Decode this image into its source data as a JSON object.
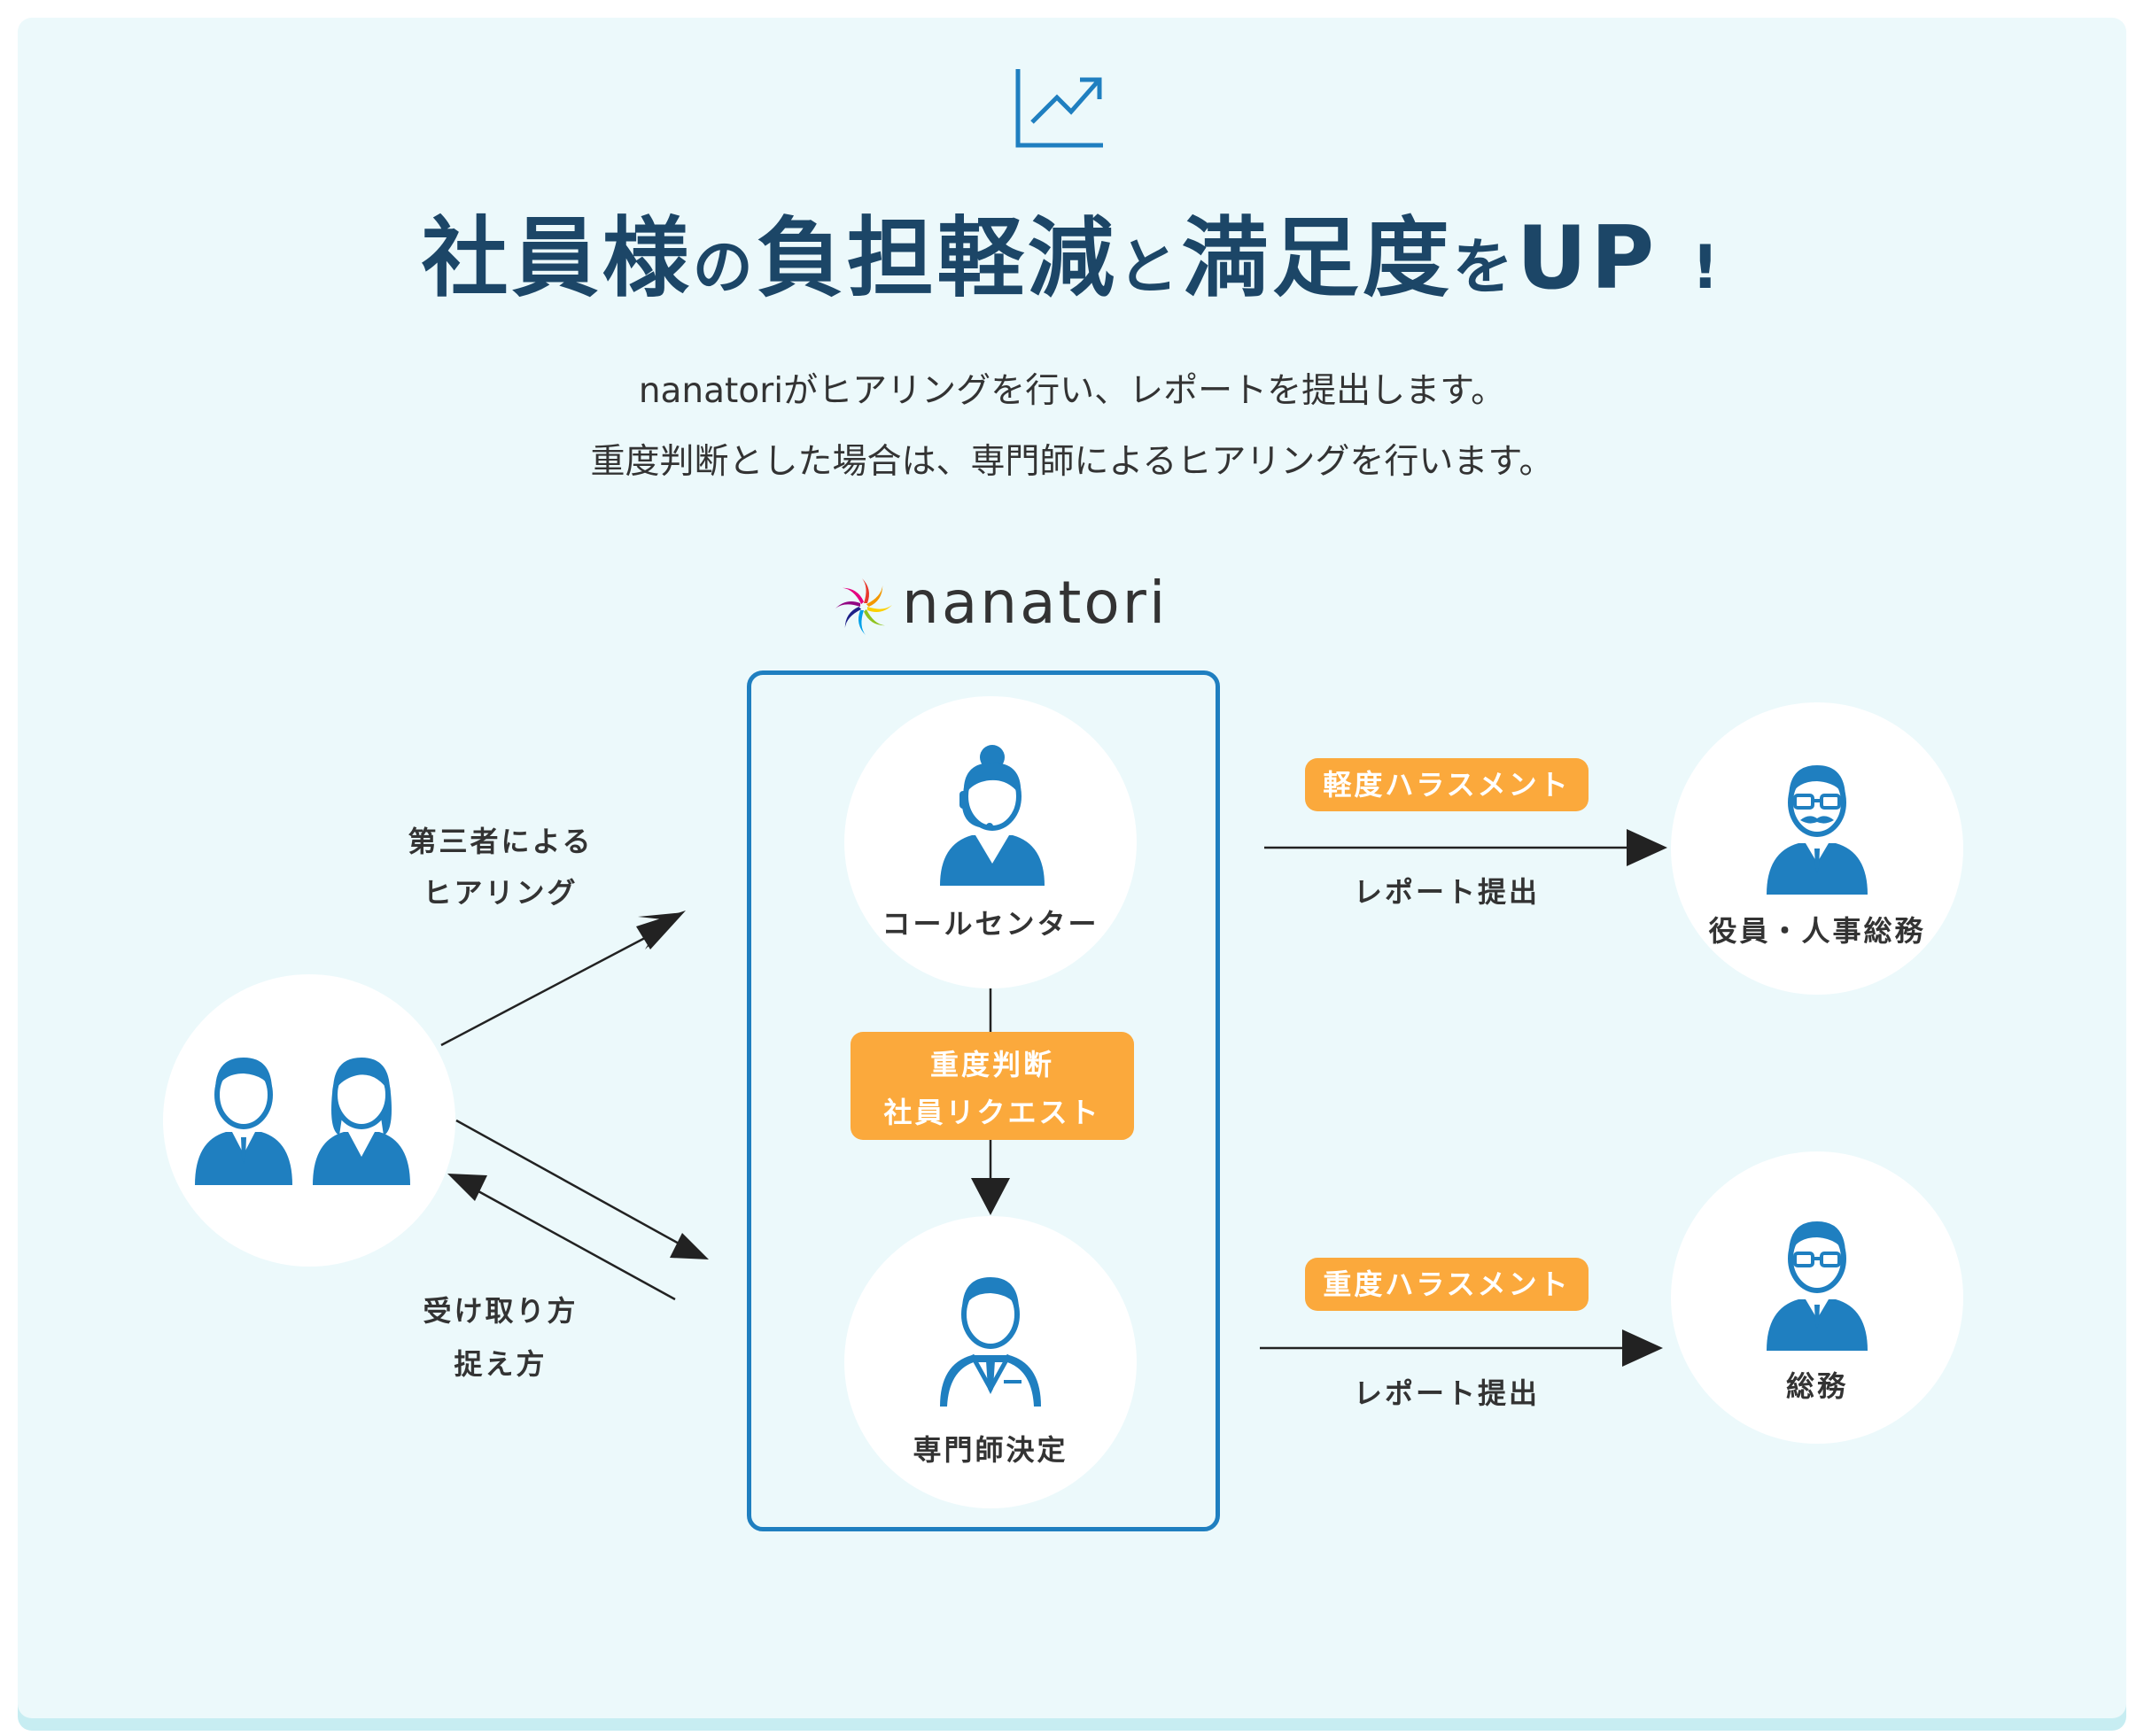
{
  "header": {
    "title_part1": "社員様",
    "title_no": "の",
    "title_part2": "負担軽減",
    "title_to": "と",
    "title_part3": "満足度",
    "title_wo": "を",
    "title_part4": "UP",
    "title_excl": "!",
    "lead_line1": "nanatoriがヒアリングを行い、レポートを提出します。",
    "lead_line2": "重度判断とした場合は、専門師によるヒアリングを行います。",
    "icon": "trend-up-chart-icon"
  },
  "brand": {
    "logo_text": "nanatori"
  },
  "diagram": {
    "employees_icon": "employees-pair-icon",
    "left_label_top_line1": "第三者による",
    "left_label_top_line2": "ヒアリング",
    "left_label_bottom_line1": "受け取り方",
    "left_label_bottom_line2": "捉え方",
    "call_center_label": "コールセンター",
    "escalation_tag_line1": "重度判断",
    "escalation_tag_line2": "社員リクエスト",
    "specialist_label": "専門師決定",
    "top_tag": "軽度ハラスメント",
    "top_report": "レポート提出",
    "top_target": "役員・人事総務",
    "bottom_tag": "重度ハラスメント",
    "bottom_report": "レポート提出",
    "bottom_target": "総務"
  },
  "colors": {
    "accent_blue": "#1f7fc0",
    "tag_orange": "#fba93c",
    "title_navy": "#1c4667",
    "background": "#ecf9fb"
  }
}
